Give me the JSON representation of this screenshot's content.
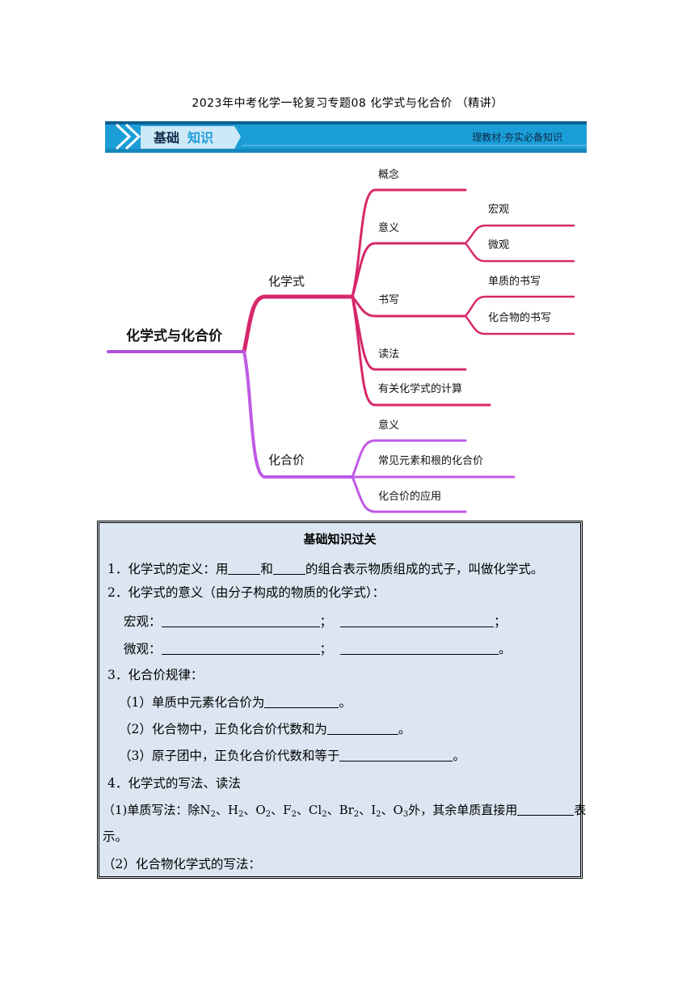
{
  "document": {
    "title": "2023年中考化学一轮复习专题08 化学式与化合价 （精讲）"
  },
  "banner": {
    "label_part1": "基础",
    "label_part2": "知识",
    "tagline": "理教材·夯实必备知识",
    "colors": {
      "bar": "#1b9ed8",
      "dark": "#0c5f8f",
      "label_bg": "#cde8f6"
    }
  },
  "mindmap": {
    "root": "化学式与化合价",
    "branch1": {
      "label": "化学式",
      "children": [
        {
          "label": "概念"
        },
        {
          "label": "意义",
          "children": [
            "宏观",
            "微观"
          ]
        },
        {
          "label": "书写",
          "children": [
            "单质的书写",
            "化合物的书写"
          ]
        },
        {
          "label": "读法"
        },
        {
          "label": "有关化学式的计算"
        }
      ]
    },
    "branch2": {
      "label": "化合价",
      "children": [
        {
          "label": "意义"
        },
        {
          "label": "常见元素和根的化合价"
        },
        {
          "label": "化合价的应用"
        }
      ]
    },
    "colors": {
      "root": "#b04fe0",
      "branch1": "#d6286b",
      "branch2": "#c05ae6"
    }
  },
  "knowledge_box": {
    "title": "基础知识过关",
    "line1": {
      "prefix": "1．化学式的定义：用",
      "mid": "和",
      "suffix": "的组合表示物质组成的式子，叫做化学式。"
    },
    "line2": "2．化学式的意义（由分子构成的物质的化学式）：",
    "line3": {
      "prefix": "宏观：",
      "sep": "；",
      "end": "；"
    },
    "line4": {
      "prefix": "微观：",
      "sep": "；",
      "end": "。"
    },
    "line5": "3．化合价规律：",
    "line6": {
      "prefix": "（1）单质中元素化合价为",
      "end": "。"
    },
    "line7": {
      "prefix": "（2）化合物中，正负化合价代数和为",
      "end": "。"
    },
    "line8": {
      "prefix": "（3）原子团中，正负化合价代数和等于",
      "end": "。"
    },
    "line9": "4．化学式的写法、读法",
    "line10": {
      "prefix": "（1)单质写法：除",
      "formulas": [
        {
          "el": "N",
          "sub": "2"
        },
        {
          "el": "H",
          "sub": "2"
        },
        {
          "el": "O",
          "sub": "2"
        },
        {
          "el": "F",
          "sub": "2"
        },
        {
          "el": "Cl",
          "sub": "2"
        },
        {
          "el": "Br",
          "sub": "2"
        },
        {
          "el": "I",
          "sub": "2"
        },
        {
          "el": "O",
          "sub": "3"
        }
      ],
      "separator": "、",
      "middle": "外，其余单质直接用",
      "end": "表"
    },
    "line11": "示。",
    "line12": "（2）化合物化学式的写法："
  }
}
